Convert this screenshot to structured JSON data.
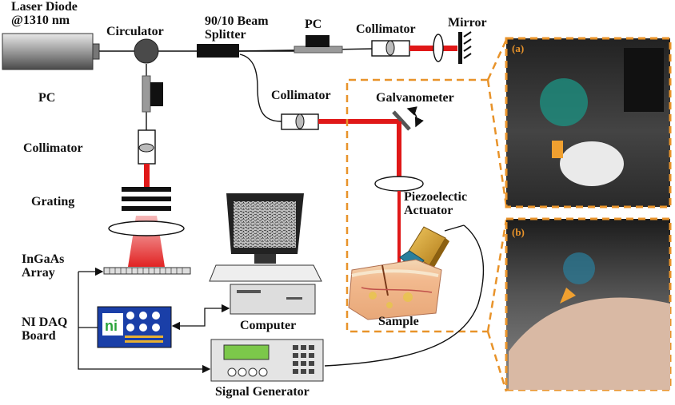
{
  "labels": {
    "laser": [
      "Laser Diode",
      "@1310 nm"
    ],
    "circulator": "Circulator",
    "splitter": [
      "90/10 Beam",
      "Splitter"
    ],
    "pc_top": "PC",
    "collimator_top": "Collimator",
    "mirror": "Mirror",
    "pc_left": "PC",
    "collimator_left": "Collimator",
    "collimator_mid": "Collimator",
    "galvanometer": "Galvanometer",
    "grating": "Grating",
    "piezo": [
      "Piezoelectic",
      "Actuator"
    ],
    "ingaas": [
      "InGaAs",
      "Array"
    ],
    "sample": "Sample",
    "computer": "Computer",
    "daq": [
      "NI DAQ",
      "Board"
    ],
    "signal_gen": "Signal Generator",
    "photo_a": "(a)",
    "photo_b": "(b)"
  },
  "colors": {
    "beam": "#e01818",
    "dashed_box": "#e8932a",
    "daq_board": "#1a3fa8",
    "signal_screen": "#7cc84a"
  }
}
